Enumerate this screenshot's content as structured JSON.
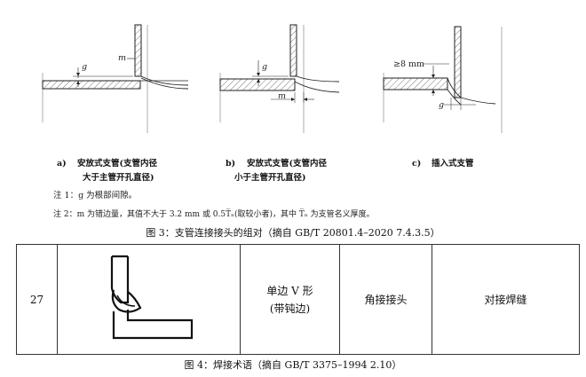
{
  "figure3": {
    "labels": {
      "g": "g",
      "m": "m",
      "min_gap": "≥8 mm"
    },
    "captions": {
      "a_marker": "a)",
      "a_line1": "安放式支管(支管内径",
      "a_line2": "大于主管开孔直径)",
      "b_marker": "b)",
      "b_line1": "安放式支管(支管内径",
      "b_line2": "小于主管开孔直径)",
      "c_marker": "c)",
      "c_line1": "插入式支管"
    },
    "note1": "注 1：g 为根部间隙。",
    "note2": "注 2：m 为错边量，其值不大于 3.2 mm 或 0.5T̅ₙ(取较小者)，其中 T̅ₙ 为支管名义厚度。",
    "title": "图 3：支管连接接头的组对（摘自 GB/T 20801.4–2020 7.4.3.5）"
  },
  "figure4": {
    "row": {
      "number": "27",
      "term_line1": "单边 V 形",
      "term_line2": "(带钝边)",
      "joint_type": "角接接头",
      "weld_type": "对接焊缝"
    },
    "title": "图 4：焊接术语（摘自 GB/T 3375–1994 2.10）"
  }
}
